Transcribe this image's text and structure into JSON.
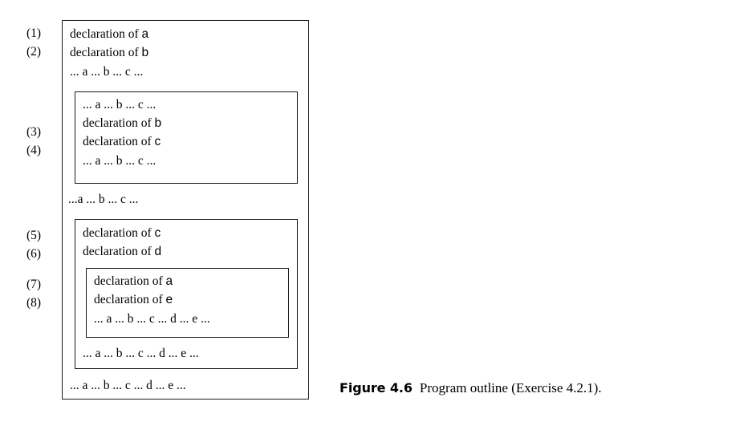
{
  "figure": {
    "caption_label": "Figure 4.6",
    "caption_text": "Program outline (Exercise 4.2.1).",
    "line_numbers": [
      "(1)",
      "(2)",
      "(3)",
      "(4)",
      "(5)",
      "(6)",
      "(7)",
      "(8)"
    ],
    "outer_block": {
      "name": "outermost-scope",
      "lines": [
        {
          "id": "line-1",
          "number": "(1)",
          "kind": "declaration",
          "text": "declaration of ",
          "ident": "a"
        },
        {
          "id": "line-2",
          "number": "(2)",
          "kind": "declaration",
          "text": "declaration of ",
          "ident": "b"
        },
        {
          "id": "use-1",
          "number": "",
          "kind": "usage",
          "text": "... a ... b ... c ..."
        }
      ],
      "trailing_lines": [
        {
          "id": "use-3",
          "number": "",
          "kind": "usage",
          "text": "...a ... b ... c ..."
        },
        {
          "id": "use-6",
          "number": "",
          "kind": "usage",
          "text": "... a ... b ... c ... d ... e ..."
        }
      ]
    },
    "inner_block_1": {
      "name": "inner-scope-1",
      "lines": [
        {
          "id": "use-2a",
          "number": "",
          "kind": "usage",
          "text": "... a ... b ... c ..."
        },
        {
          "id": "line-3",
          "number": "(3)",
          "kind": "declaration",
          "text": "declaration of  ",
          "ident": "b"
        },
        {
          "id": "line-4",
          "number": "(4)",
          "kind": "declaration",
          "text": "declaration of ",
          "ident": "c"
        },
        {
          "id": "use-2b",
          "number": "",
          "kind": "usage",
          "text": "... a ... b ... c ..."
        }
      ]
    },
    "inner_block_2": {
      "name": "inner-scope-2",
      "lines": [
        {
          "id": "line-5",
          "number": "(5)",
          "kind": "declaration",
          "text": "declaration of ",
          "ident": "c"
        },
        {
          "id": "line-6",
          "number": "(6)",
          "kind": "declaration",
          "text": "declaration of ",
          "ident": "d"
        }
      ],
      "trailing_lines": [
        {
          "id": "use-5",
          "number": "",
          "kind": "usage",
          "text": "... a ... b ... c ... d ... e ..."
        }
      ]
    },
    "inner_block_3": {
      "name": "inner-scope-3",
      "lines": [
        {
          "id": "line-7",
          "number": "(7)",
          "kind": "declaration",
          "text": "declaration of ",
          "ident": "a"
        },
        {
          "id": "line-8",
          "number": "(8)",
          "kind": "declaration",
          "text": "declaration of ",
          "ident": "e"
        },
        {
          "id": "use-4",
          "number": "",
          "kind": "usage",
          "text": "... a ... b ... c ... d ... e ..."
        }
      ]
    }
  }
}
